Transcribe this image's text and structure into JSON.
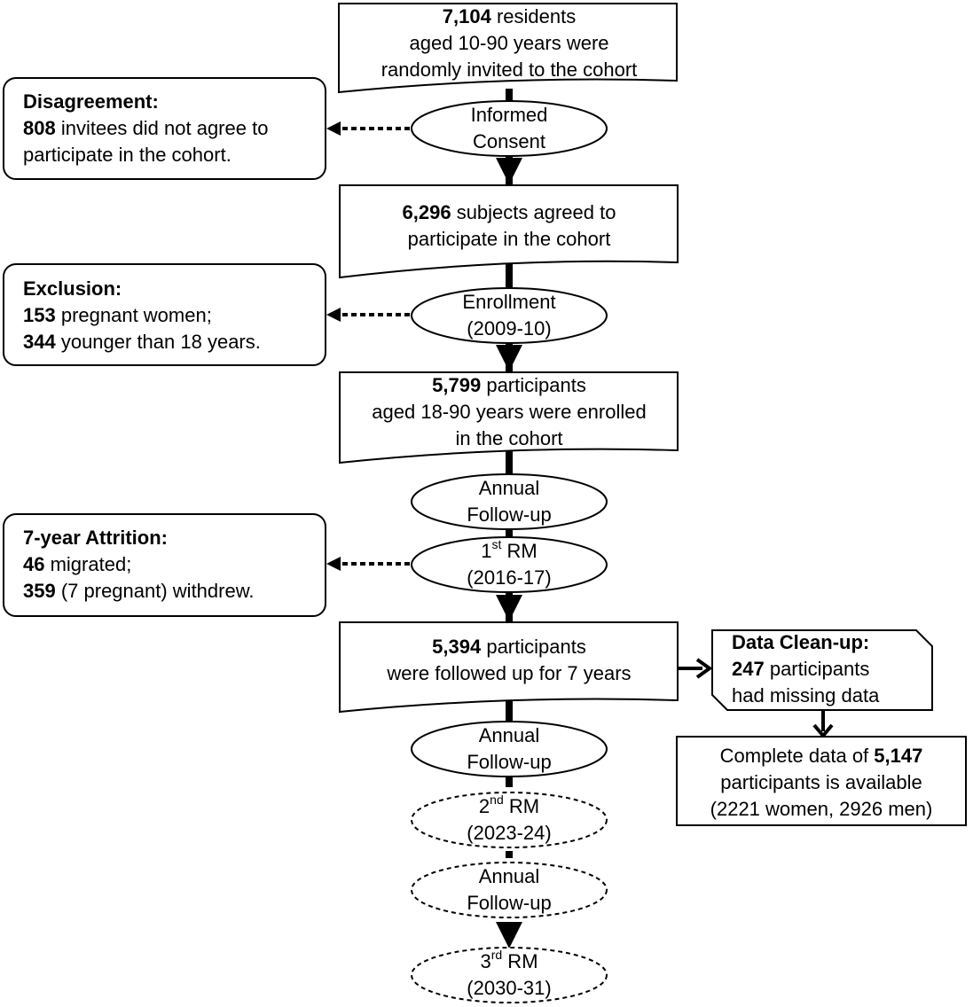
{
  "colors": {
    "stroke": "#000000",
    "background": "#ffffff"
  },
  "main_boxes": {
    "invited": {
      "count": "7,104",
      "l1_rest": " residents",
      "l2": "aged 10-90 years were",
      "l3": "randomly invited to the cohort"
    },
    "agreed": {
      "count": "6,296",
      "l1_rest": " subjects agreed to",
      "l2": "participate in the cohort"
    },
    "enrolled": {
      "count": "5,799",
      "l1_rest": " participants",
      "l2": "aged 18-90 years were enrolled",
      "l3": "in the cohort"
    },
    "followed": {
      "count": "5,394",
      "l1_rest": " participants",
      "l2": "were followed up for 7 years"
    }
  },
  "side_boxes": {
    "disagreement": {
      "title": "Disagreement:",
      "n1": "808",
      "l2_rest": " invitees did not agree to",
      "l3": "participate in the cohort."
    },
    "exclusion": {
      "title": "Exclusion",
      "title_colon": ":",
      "n1": "153",
      "l2_rest": " pregnant women;",
      "n2": "344",
      "l3_rest": " younger than 18 years."
    },
    "attrition": {
      "title": "7-year Attrition:",
      "n1": "46",
      "l2_rest": " migrated;",
      "n2": "359",
      "l3_rest": " (7 pregnant) withdrew."
    },
    "cleanup": {
      "title": "Data Clean-up:",
      "n1": "247",
      "l2_rest": " participants",
      "l3": "had missing data"
    },
    "complete": {
      "l1_pre": "Complete data of ",
      "count": "5,147",
      "l2": "participants is available",
      "l3": "(2221 women, 2926 men)"
    }
  },
  "ovals": {
    "consent": {
      "l1": "Informed",
      "l2": "Consent"
    },
    "enrollment": {
      "l1": "Enrollment",
      "l2": "(2009-10)"
    },
    "annual1": {
      "l1": "Annual",
      "l2": "Follow-up"
    },
    "rm1": {
      "num": "1",
      "sup": "st",
      "rest": " RM",
      "l2": "(2016-17)"
    },
    "annual2": {
      "l1": "Annual",
      "l2": "Follow-up"
    },
    "rm2": {
      "num": "2",
      "sup": "nd",
      "rest": " RM",
      "l2": "(2023-24)"
    },
    "annual3": {
      "l1": "Annual",
      "l2": "Follow-up"
    },
    "rm3": {
      "num": "3",
      "sup": "rd",
      "rest": " RM",
      "l2": "(2030-31)"
    }
  }
}
